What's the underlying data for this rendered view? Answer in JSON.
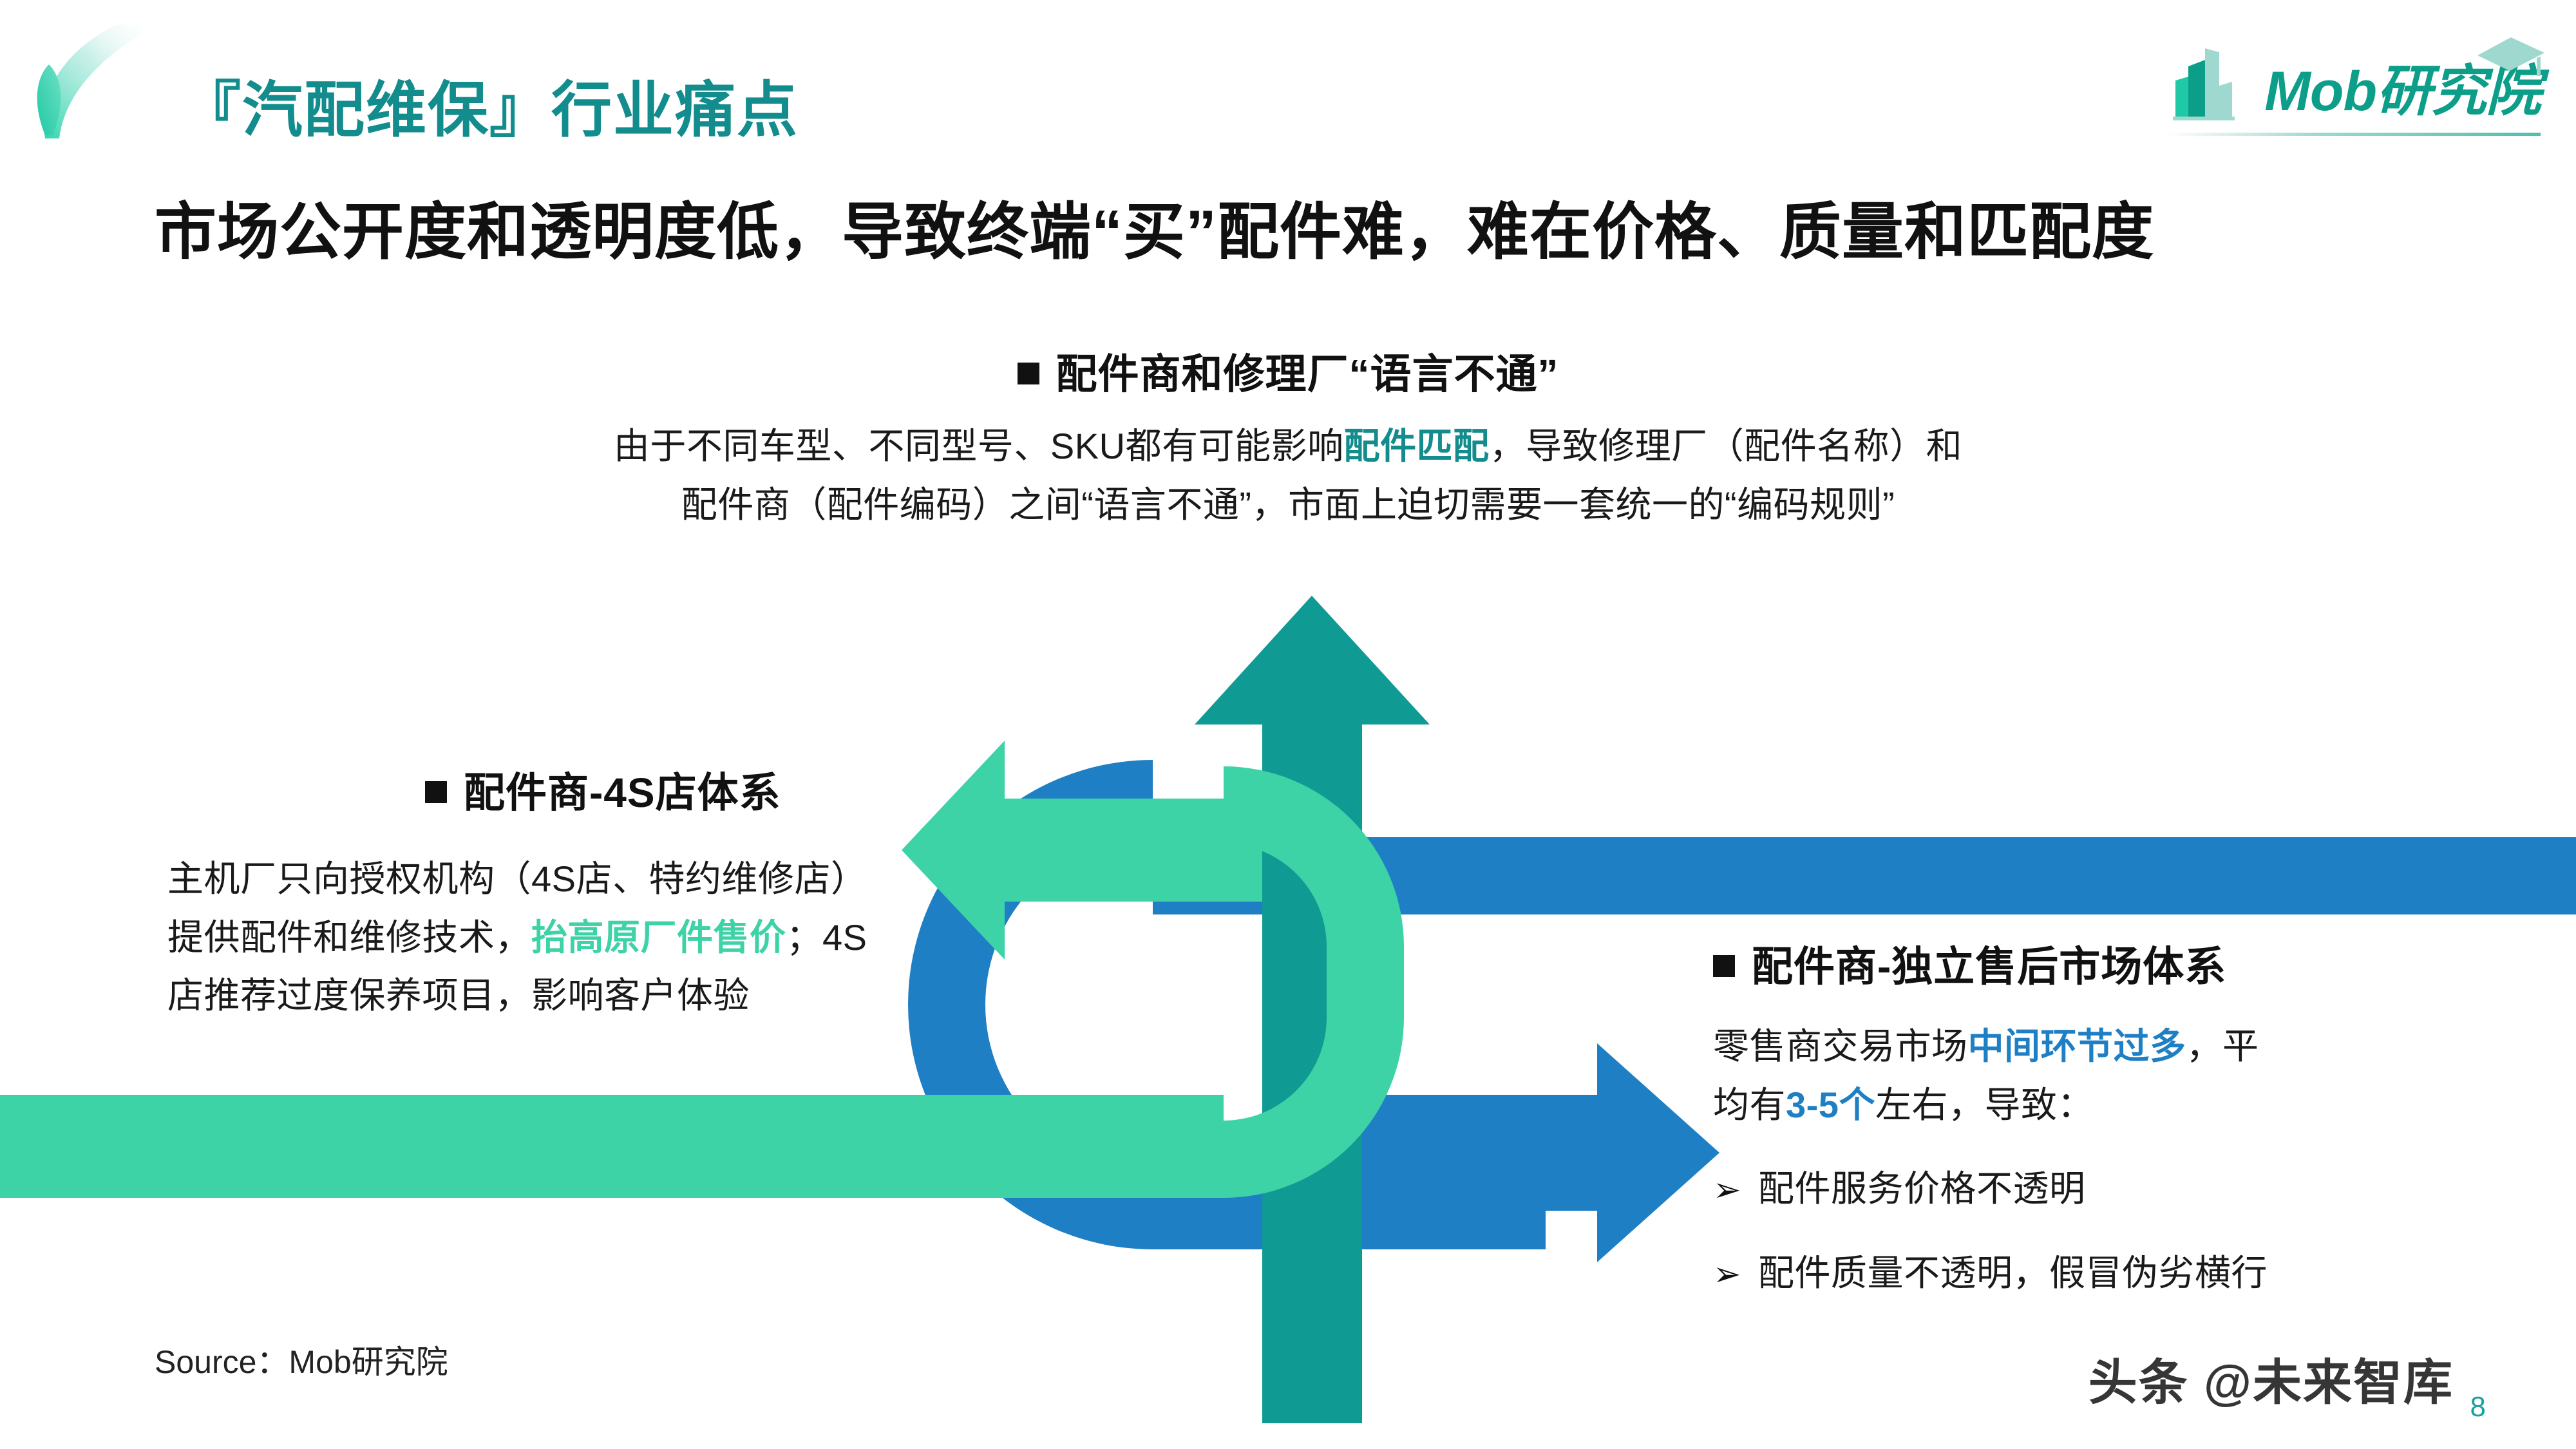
{
  "header": {
    "title": "『汽配维保』行业痛点",
    "logo_text": "Mob研究院",
    "logo_icon": "building-graduation-cap-icon"
  },
  "subtitle": "市场公开度和透明度低，导致终端“买”配件难，难在价格、质量和匹配度",
  "blocks": {
    "top": {
      "heading": "配件商和修理厂“语言不通”",
      "line1_pre": "由于不同车型、不同型号、SKU都有可能影响",
      "line1_hl": "配件匹配",
      "line1_post": "，导致修理厂（配件名称）和",
      "line2": "配件商（配件编码）之间“语言不通”，市面上迫切需要一套统一的“编码规则”"
    },
    "left": {
      "heading": "配件商-4S店体系",
      "line1": "主机厂只向授权机构（4S店、特约维修店）",
      "line2_pre": "提供配件和维修技术，",
      "line2_hl": "抬高原厂件售价",
      "line2_post": "；4S",
      "line3": "店推荐过度保养项目，影响客户体验"
    },
    "right": {
      "heading": "配件商-独立售后市场体系",
      "line1_pre": "零售商交易市场",
      "line1_hl": "中间环节过多",
      "line1_post": "，平",
      "line2_pre": "均有",
      "line2_hl": "3-5个",
      "line2_post": "左右，导致：",
      "bullets": [
        {
          "marker": "➢",
          "text": "配件服务价格不透明"
        },
        {
          "marker": "➢",
          "text": "配件质量不透明，假冒伪劣横行"
        }
      ]
    }
  },
  "footer": {
    "source": "Source：Mob研究院",
    "watermark": "头条 @未来智库",
    "page_number": "8"
  },
  "colors": {
    "title_teal": "#128c8c",
    "logo_green": "#0d9e8a",
    "arrow_green": "#3ed2a7",
    "arrow_teal": "#0f9a93",
    "arrow_blue": "#1f7fc4",
    "highlight_teal": "#128c8c",
    "highlight_green": "#3ed2a7",
    "highlight_blue": "#1f7fc4"
  }
}
